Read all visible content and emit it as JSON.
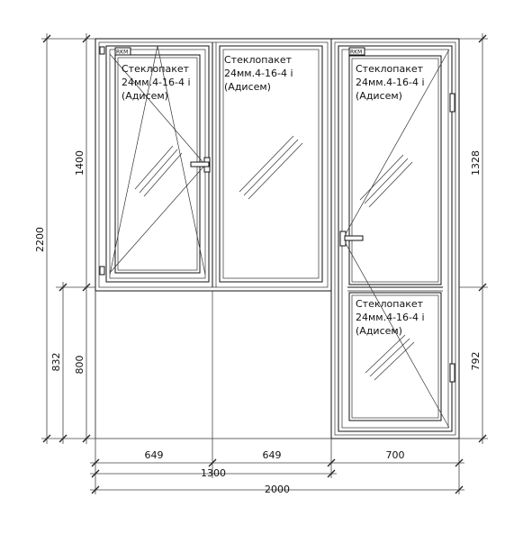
{
  "glass_unit": {
    "line1": "Стеклопакет",
    "line2": "24мм.4-16-4 i",
    "line3": "(Адисем)"
  },
  "sash_tag": "RKM",
  "dimensions": {
    "horizontal": {
      "left_sash": "649",
      "middle_fixed": "649",
      "door": "700",
      "window_total": "1300",
      "overall": "2000"
    },
    "vertical_left": {
      "overall_height": "2200",
      "window_height": "1400",
      "sill_to_floor": "832",
      "wall_height": "800"
    },
    "vertical_right": {
      "door_upper_glass": "1328",
      "door_lower_panel": "792"
    }
  }
}
